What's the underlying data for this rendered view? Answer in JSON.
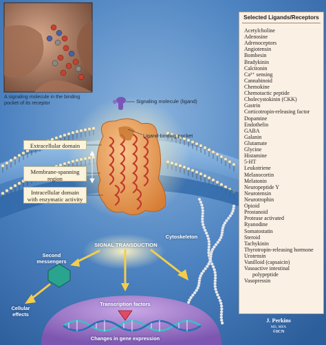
{
  "caption": {
    "inset": "A signaling molecule in the binding pocket of its receptor"
  },
  "callouts": {
    "ligand": "Signaling molecule (ligand)",
    "pocket": "Ligand-binding pocket"
  },
  "domains": {
    "extracellular": "Extracellular domain",
    "membrane": "Membrane-spanning region",
    "intracellular": "Intracellular domain with enzymatic activity"
  },
  "labels": {
    "signal_transduction": "SIGNAL TRANSDUCTION",
    "second_messengers": "Second messengers",
    "cytoskeleton": "Cytoskeleton",
    "cellular_effects": "Cellular effects",
    "transcription_factors": "Transcription factors",
    "gene_expression": "Changes in gene expression"
  },
  "panel": {
    "title": "Selected Ligands/Receptors",
    "items": [
      "Acetylcholine",
      "Adenosine",
      "Adrenoceptors",
      "Angiotensin",
      "Bombesin",
      "Bradykinin",
      "Calcitonin",
      "Ca²⁺ sensing",
      "Cannabinoid",
      "Chemokine",
      "Chemotactic peptide",
      "Cholecystokinin (CKK)",
      "Gastrin",
      "Corticotropin-releasing factor",
      "Dopamine",
      "Endothelin",
      "GABA",
      "Galanin",
      "Glutamate",
      "Glycine",
      "Histamine",
      "5-HT",
      "Leukotriene",
      "Melanocortin",
      "Melatonin",
      "Neuropeptide Y",
      "Neurotensin",
      "Neurotrophin",
      "Opioid",
      "Prostanoid",
      "Protease activated",
      "Ryanodine",
      "Somatostatin",
      "Steroid",
      "Tachykinin",
      "Thyrotropin-releasing hormone",
      "Urotensin",
      "Vanilloid (capsaicin)",
      "Vasoactive intestinal",
      "polypeptide",
      "Vasopressin"
    ]
  },
  "credit": {
    "name": "J. Perkins",
    "degrees": "MS, MFA",
    "mark": "©ICN"
  },
  "colors": {
    "background": "#3f77b6",
    "panel": "#fbf0e4",
    "receptor": "#e79a4f",
    "helix": "#c0392b",
    "ligand": "#7a55b8"
  }
}
